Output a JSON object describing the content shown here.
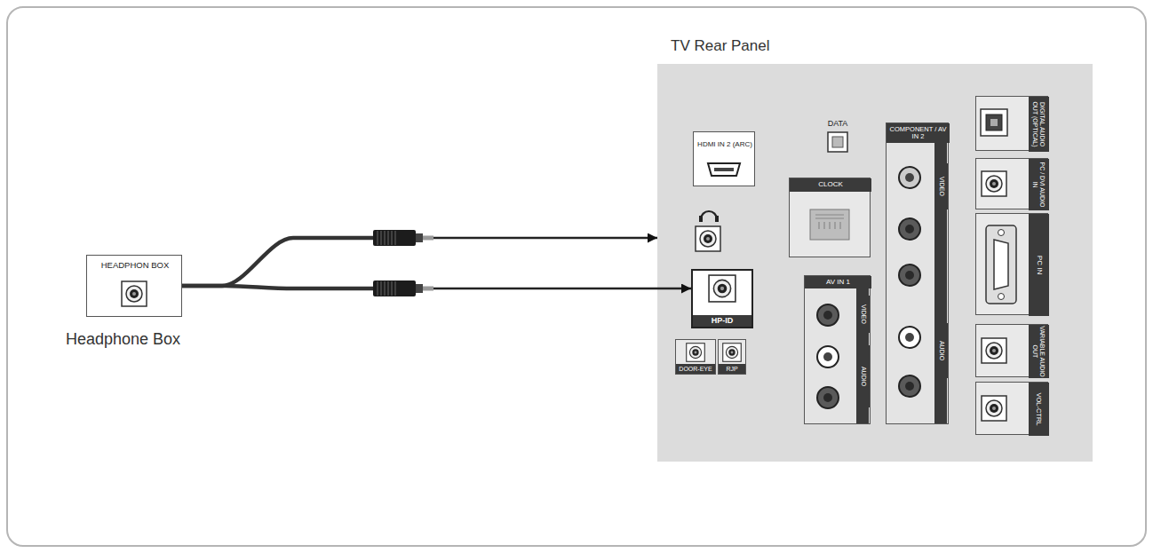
{
  "diagram": {
    "nodes": [
      {
        "text": [
          "HEADPHON BOX",
          "Headphone Box"
        ]
      },
      {
        "text": [
          "TV Rear Panel"
        ]
      },
      {
        "text": [
          "HDMI IN 2 (ARC)"
        ],
        "in": 1
      },
      {
        "text": [
          "DIGITAL AUDIO OUT (OPTICAL)"
        ],
        "in": 1
      },
      {
        "text": [
          "CLOCK"
        ],
        "in": 1
      },
      {
        "text": [
          "COMPONENT / AV IN 2",
          "VIDEO",
          "AUDIO"
        ],
        "in": 1
      },
      {
        "text": [
          "PC / DVI AUDIO IN"
        ],
        "in": 1
      },
      {
        "text": [
          "PC IN"
        ],
        "in": 1
      },
      {
        "text": [
          "AV IN 1",
          "VIDEO",
          "AUDIO"
        ],
        "in": 1
      },
      {
        "text": [
          "HP-ID"
        ],
        "in": 1
      },
      {
        "text": [
          "VARIABLE AUDIO OUT"
        ],
        "in": 1
      },
      {
        "text": [
          "DOOR-EYE"
        ],
        "in": 1
      },
      {
        "text": [
          "RJP"
        ],
        "in": 1
      },
      {
        "text": [
          "VOL-CTRL"
        ],
        "in": 1
      }
    ],
    "edges": [
      {
        "from": 0,
        "to": 1,
        "arrow": "to"
      },
      {
        "from": 0,
        "to": 9,
        "arrow": "to"
      }
    ],
    "labels": [
      "DATA"
    ]
  }
}
